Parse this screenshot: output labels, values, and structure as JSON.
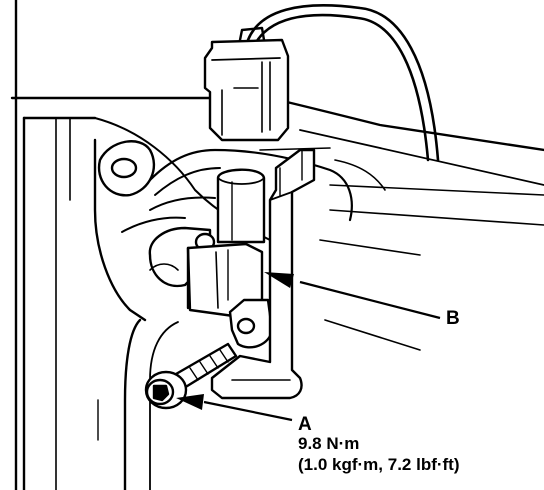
{
  "callouts": {
    "a": {
      "letter": "A",
      "torque_nm": "9.8 N·m",
      "torque_alt": "(1.0 kgf·m, 7.2 lbf·ft)"
    },
    "b": {
      "letter": "B"
    }
  }
}
